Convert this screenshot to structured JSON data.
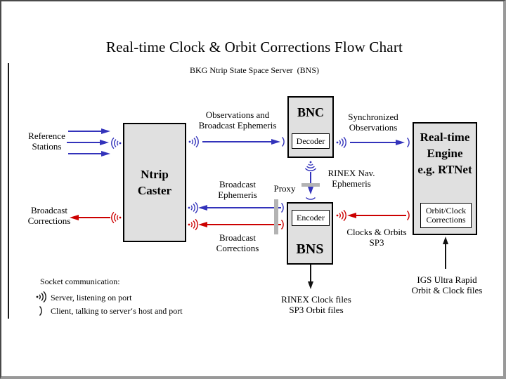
{
  "title": "Real-time Clock & Orbit Corrections Flow Chart",
  "subtitle": "BKG Ntrip State Space Server  (BNS)",
  "colors": {
    "blue": "#3333bb",
    "red": "#cc0000",
    "box_fill": "#e0e0e0",
    "proxy_bar": "#b3b3b3"
  },
  "icons": {
    "server_socket": "·)))",
    "client_socket": ")"
  },
  "boxes": {
    "ntrip": {
      "line1": "Ntrip",
      "line2": "Caster"
    },
    "bnc": {
      "title": "BNC",
      "sub": "Decoder"
    },
    "bns": {
      "title": "BNS",
      "sub": "Encoder"
    },
    "rte": {
      "line1": "Real-time",
      "line2": "Engine",
      "line3": "e.g. RTNet",
      "sub1": "Orbit/Clock",
      "sub2": "Corrections"
    }
  },
  "labels": {
    "reference_stations": {
      "line1": "Reference",
      "line2": "Stations"
    },
    "broadcast_corrections_left": {
      "line1": "Broadcast",
      "line2": "Corrections"
    },
    "observations": {
      "line1": "Observations and",
      "line2": "Broadcast Ephemeris"
    },
    "synchronized": {
      "line1": "Synchronized",
      "line2": "Observations"
    },
    "broadcast_ephemeris_mid": {
      "line1": "Broadcast",
      "line2": "Ephemeris"
    },
    "broadcast_corrections_mid": {
      "line1": "Broadcast",
      "line2": "Corrections"
    },
    "proxy": "Proxy",
    "rinex_nav": {
      "line1": "RINEX Nav.",
      "line2": "Ephemeris"
    },
    "clocks_orbits": {
      "line1": "Clocks & Orbits",
      "line2": "SP3"
    },
    "rinex_clock_files": {
      "line1": "RINEX Clock files",
      "line2": "SP3 Orbit files"
    },
    "igs": {
      "line1": "IGS Ultra Rapid",
      "line2": "Orbit & Clock files"
    }
  },
  "legend": {
    "heading": "Socket communication:",
    "server": "Server, listening on port",
    "client": "Client, talking to server‘s host and port"
  }
}
